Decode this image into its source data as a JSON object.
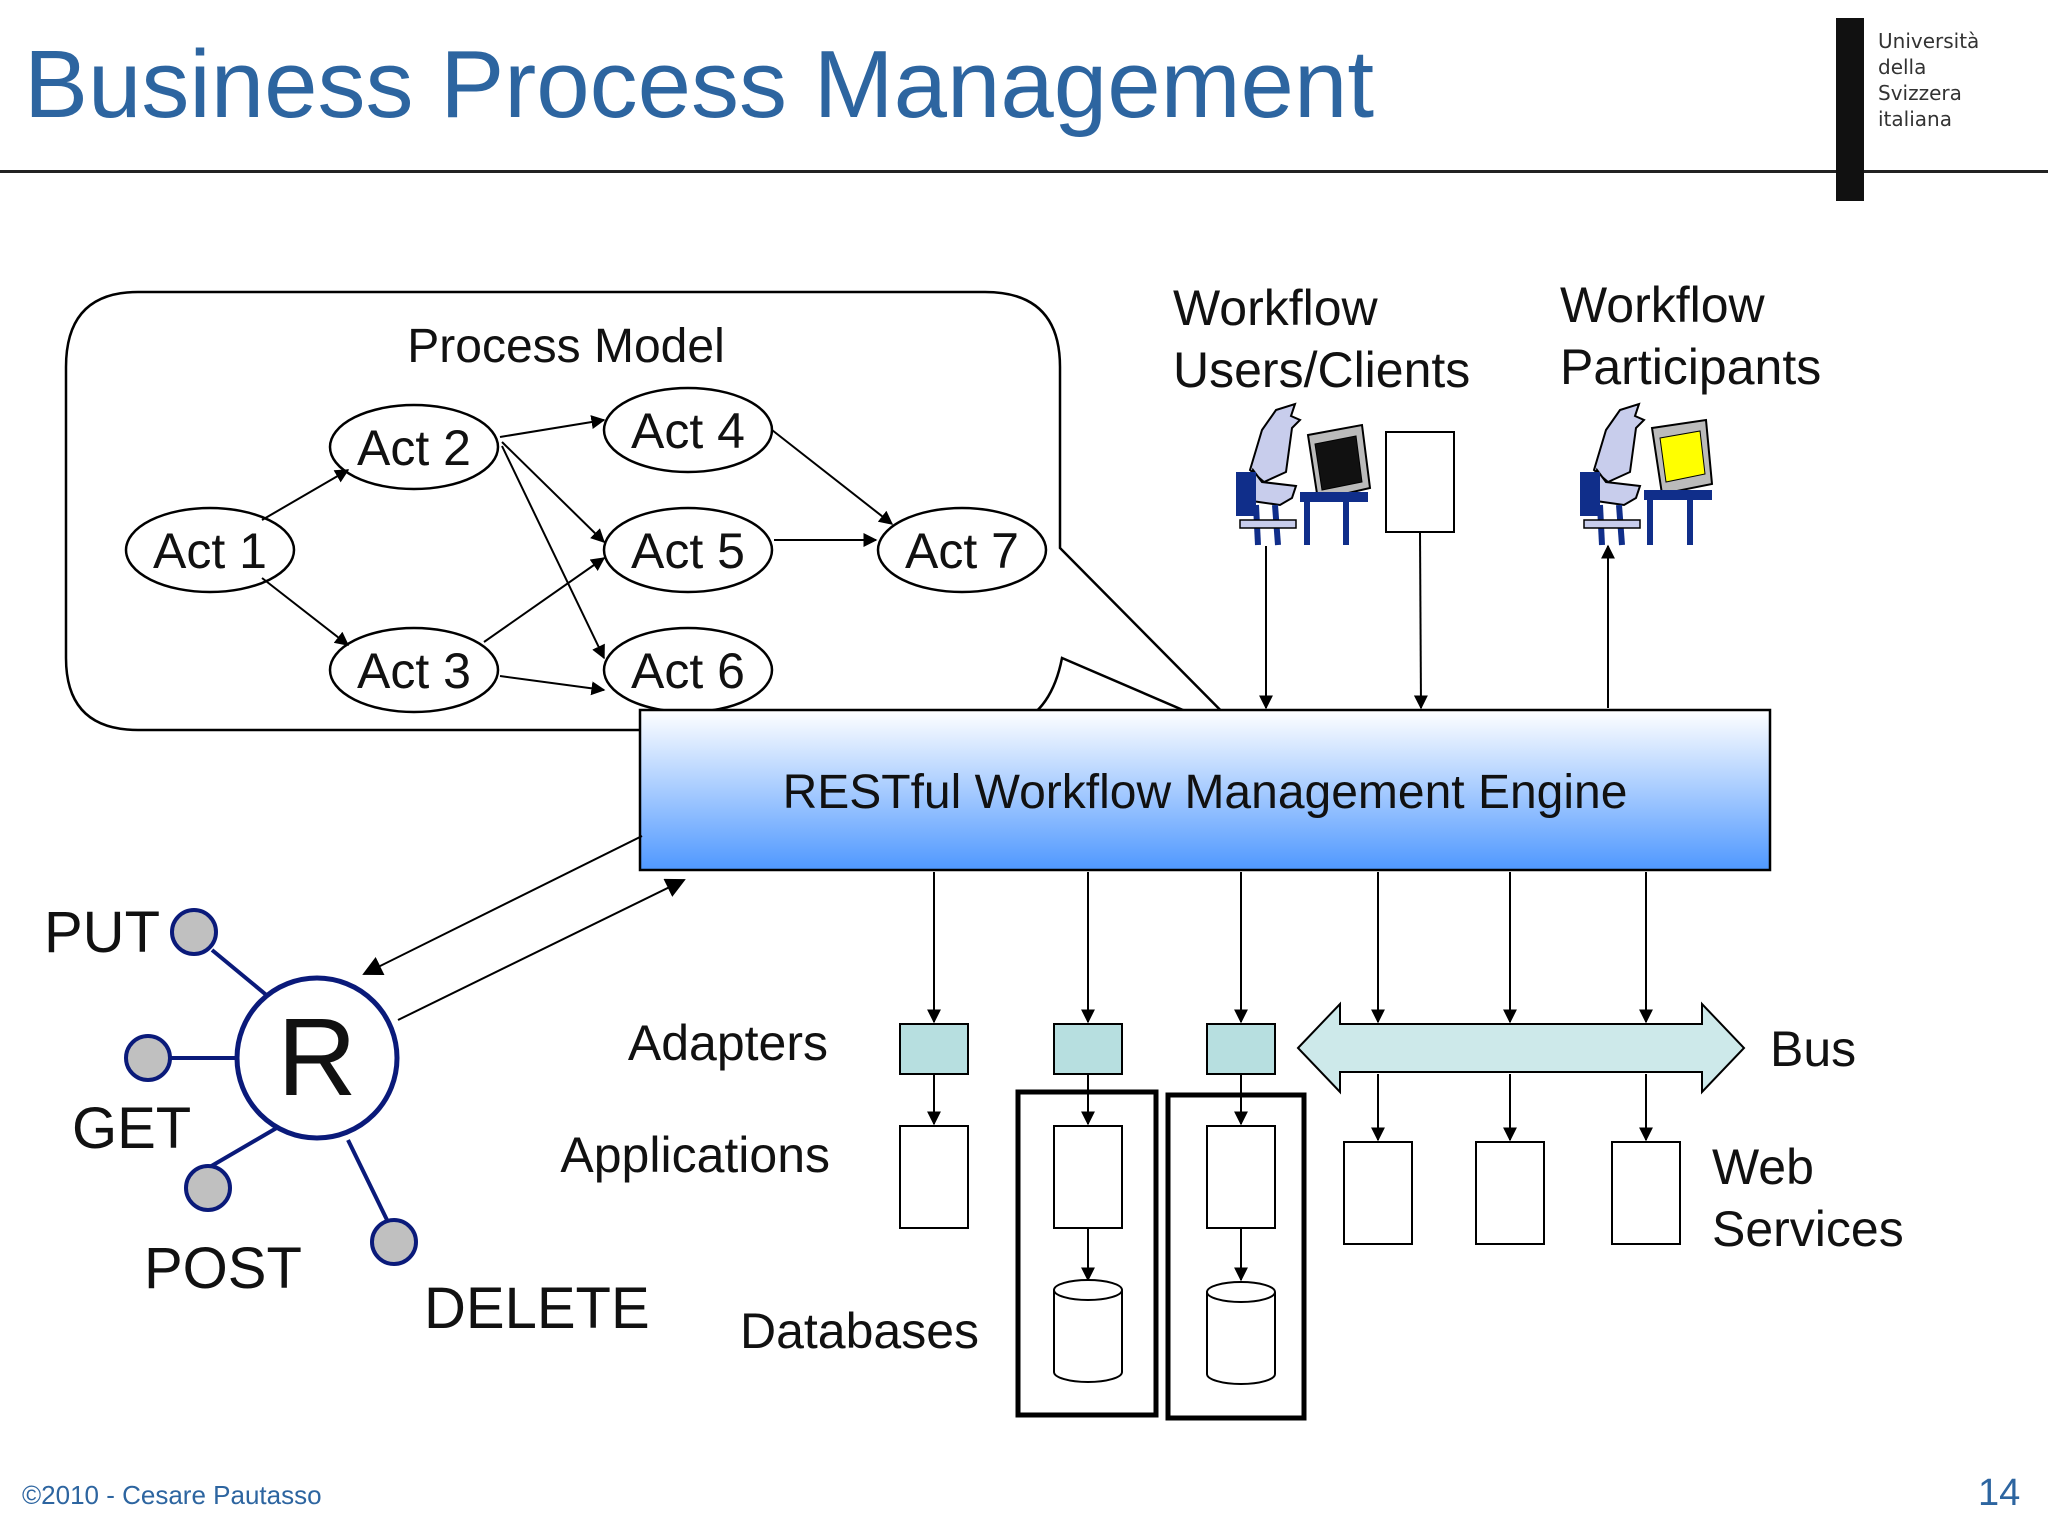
{
  "slide": {
    "title": "Business Process Management",
    "footer": "©2010 - Cesare Pautasso",
    "page_number": "14"
  },
  "logo": {
    "lines": [
      "Università",
      "della",
      "Svizzera",
      "italiana"
    ]
  },
  "process_model": {
    "title": "Process Model",
    "acts": [
      "Act 1",
      "Act 2",
      "Act 3",
      "Act 4",
      "Act 5",
      "Act 6",
      "Act 7"
    ]
  },
  "engine": {
    "label": "RESTful Workflow Management Engine",
    "gradient_top": "#ffffff",
    "gradient_bottom": "#4f98ff"
  },
  "users": {
    "clients_line1": "Workflow",
    "clients_line2": "Users/Clients",
    "participants_line1": "Workflow",
    "participants_line2": "Participants",
    "client_screen_color": "#111111",
    "participant_screen_color": "#ffff00"
  },
  "integration": {
    "adapters": "Adapters",
    "applications": "Applications",
    "databases": "Databases",
    "bus": "Bus",
    "web_line1": "Web",
    "web_line2": "Services",
    "adapter_color": "#b7dfe0",
    "bus_color": "#cde9ea"
  },
  "resource": {
    "letter": "R",
    "methods": [
      "PUT",
      "GET",
      "POST",
      "DELETE"
    ],
    "node_color": "#c0c0c0",
    "ring_color": "#0a1a7a"
  }
}
